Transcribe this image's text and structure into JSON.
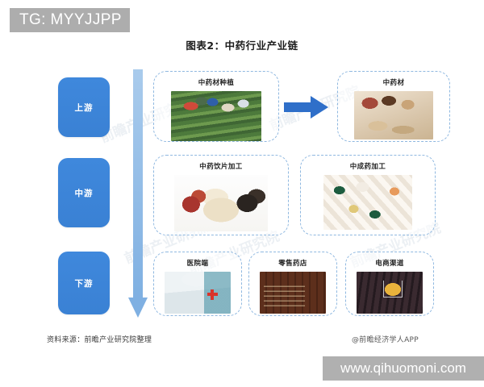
{
  "watermark": {
    "tg_handle": "TG: MYYJJPP",
    "site_url": "www.qihuomoni.com",
    "faint_marks": [
      "前瞻产业研究院",
      "前瞻产业研究院",
      "前瞻产业研究院",
      "前瞻产业研究院",
      "前瞻产业研究院"
    ]
  },
  "chart": {
    "title": "图表2：中药行业产业链",
    "source_label": "资料来源：前瞻产业研究院整理",
    "brand_label": "@前瞻经济学人APP",
    "accent_color": "#3b84d8",
    "arrow_color": "#9dc3ea",
    "node_border_color": "#8fb8e0"
  },
  "stages": [
    {
      "id": "upstream",
      "label": "上游"
    },
    {
      "id": "midstream",
      "label": "中游"
    },
    {
      "id": "downstream",
      "label": "下游"
    }
  ],
  "nodes": {
    "cultivation": {
      "label": "中药材种植",
      "photo": "herb-field-photo"
    },
    "herbs": {
      "label": "中药材",
      "photo": "dried-herbs-photo"
    },
    "decoction": {
      "label": "中药饮片加工",
      "photo": "decoction-pieces-photo"
    },
    "patent": {
      "label": "中成药加工",
      "photo": "pills-capsules-photo"
    },
    "hospital": {
      "label": "医院端",
      "photo": "hospital-lobby-photo"
    },
    "pharmacy": {
      "label": "零售药店",
      "photo": "pharmacy-shelves-photo"
    },
    "ecommerce": {
      "label": "电商渠道",
      "photo": "keyboard-cart-photo"
    }
  },
  "arrows": {
    "vertical_flow": "downstream-flow-arrow",
    "horizontal_flow": "cultivation-to-herbs-arrow"
  }
}
